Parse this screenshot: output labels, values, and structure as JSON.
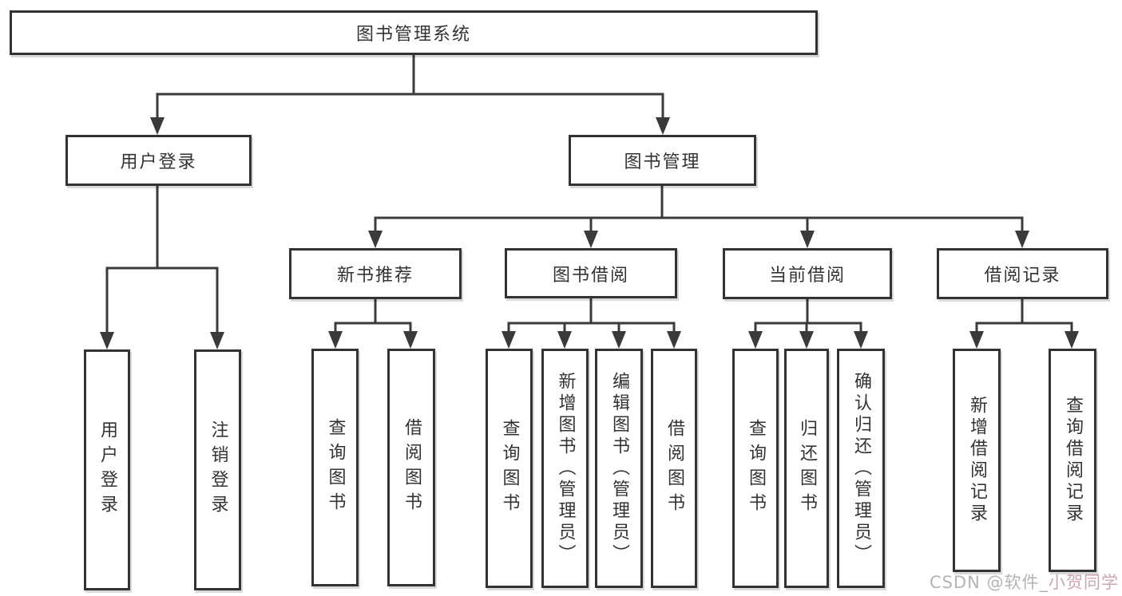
{
  "diagram": {
    "root": {
      "label": "图书管理系统"
    },
    "level2": [
      {
        "label": "用户登录"
      },
      {
        "label": "图书管理"
      }
    ],
    "level3": [
      {
        "label": "新书推荐"
      },
      {
        "label": "图书借阅"
      },
      {
        "label": "当前借阅"
      },
      {
        "label": "借阅记录"
      }
    ],
    "leaves": {
      "login": [
        {
          "label": "用户登录"
        },
        {
          "label": "注销登录"
        }
      ],
      "recommend": [
        {
          "label": "查询图书"
        },
        {
          "label": "借阅图书"
        }
      ],
      "borrow": [
        {
          "label": "查询图书"
        },
        {
          "label": "新增图书（管理员）"
        },
        {
          "label": "编辑图书（管理员）"
        },
        {
          "label": "借阅图书"
        }
      ],
      "current": [
        {
          "label": "查询图书"
        },
        {
          "label": "归还图书"
        },
        {
          "label": "确认归还（管理员）"
        }
      ],
      "records": [
        {
          "label": "新增借阅记录"
        },
        {
          "label": "查询借阅记录"
        }
      ]
    }
  },
  "watermark": {
    "prefix": "CSDN @软件_",
    "suffix": "小贺同学"
  },
  "colors": {
    "line": "#3a3a3a",
    "border": "#333333",
    "text": "#333333",
    "watermark_gray": "#b4b4b4",
    "watermark_pink": "#cfa4b2"
  }
}
